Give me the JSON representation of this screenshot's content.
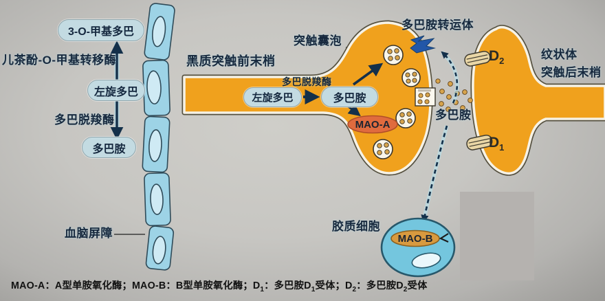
{
  "colors": {
    "terminal_orange": "#f0a11d",
    "bbb_cell_blue": "#9dd3e6",
    "pill_blue": "#c3dbe2",
    "mao_a_fill": "#e06b3e",
    "mao_b_fill": "#d89a3f",
    "glial_blue": "#74c6de",
    "transporter_blue": "#2257a8",
    "ink": "#17293e",
    "background_grey": "#c7c6c2"
  },
  "left_pathway": {
    "pill_3_o_methyldopa": "3-O-甲基多巴",
    "comt_enzyme": "儿茶酚-O-甲基转移酶",
    "pill_levodopa": "左旋多巴",
    "ddc_enzyme": "多巴脱羧酶",
    "pill_dopamine": "多巴胺",
    "bbb_label": "血脑屏障"
  },
  "presynaptic": {
    "title": "黑质突触前末梢",
    "vesicle_label": "突触囊泡",
    "pill_levodopa": "左旋多巴",
    "ddc_enzyme": "多巴脱羧酶",
    "pill_dopamine": "多巴胺",
    "mao_a": "MAO-A"
  },
  "cleft": {
    "transporter_label": "多巴胺转运体",
    "dopamine_label": "多巴胺"
  },
  "postsynaptic": {
    "region_line1": "纹状体",
    "region_line2": "突触后末梢",
    "d2_base": "D",
    "d2_sub": "2",
    "d1_base": "D",
    "d1_sub": "1"
  },
  "glial": {
    "label": "胶质细胞",
    "mao_b": "MAO-B"
  },
  "caption": {
    "seg1": "MAO-A：A型单胺氧化酶；MAO-B：B型单胺氧化酶；D",
    "seg2": "1",
    "seg3": "：多巴胺D",
    "seg4": "1",
    "seg5": "受体；D",
    "seg6": "2",
    "seg7": "：多巴胺D",
    "seg8": "2",
    "seg9": "受体"
  }
}
